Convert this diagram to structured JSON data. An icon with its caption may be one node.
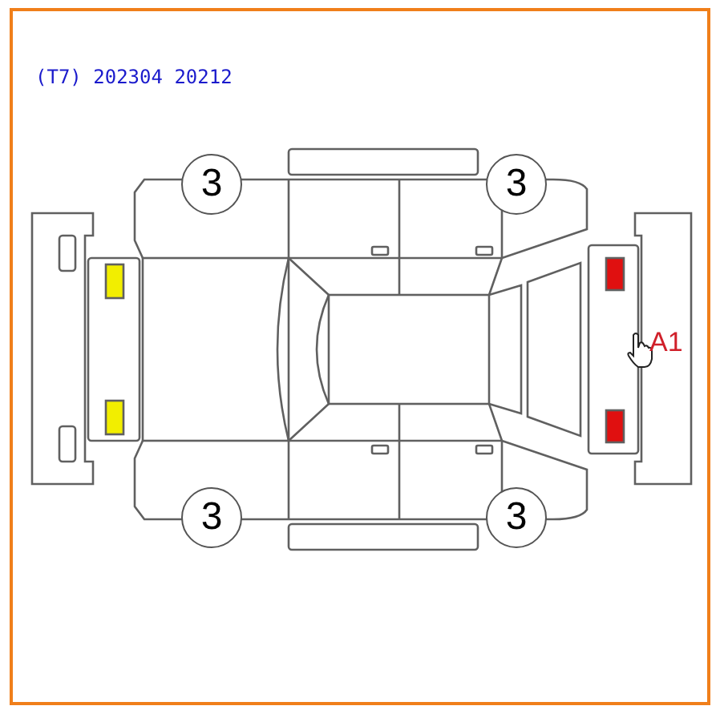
{
  "diagram": {
    "nodes": [
      {
        "text": [
          "3"
        ]
      },
      {
        "text": [
          "3"
        ]
      },
      {
        "text": [
          "3"
        ]
      },
      {
        "text": [
          "3"
        ]
      }
    ],
    "labels": [
      "(T7) 202304 20212",
      "A1"
    ]
  }
}
